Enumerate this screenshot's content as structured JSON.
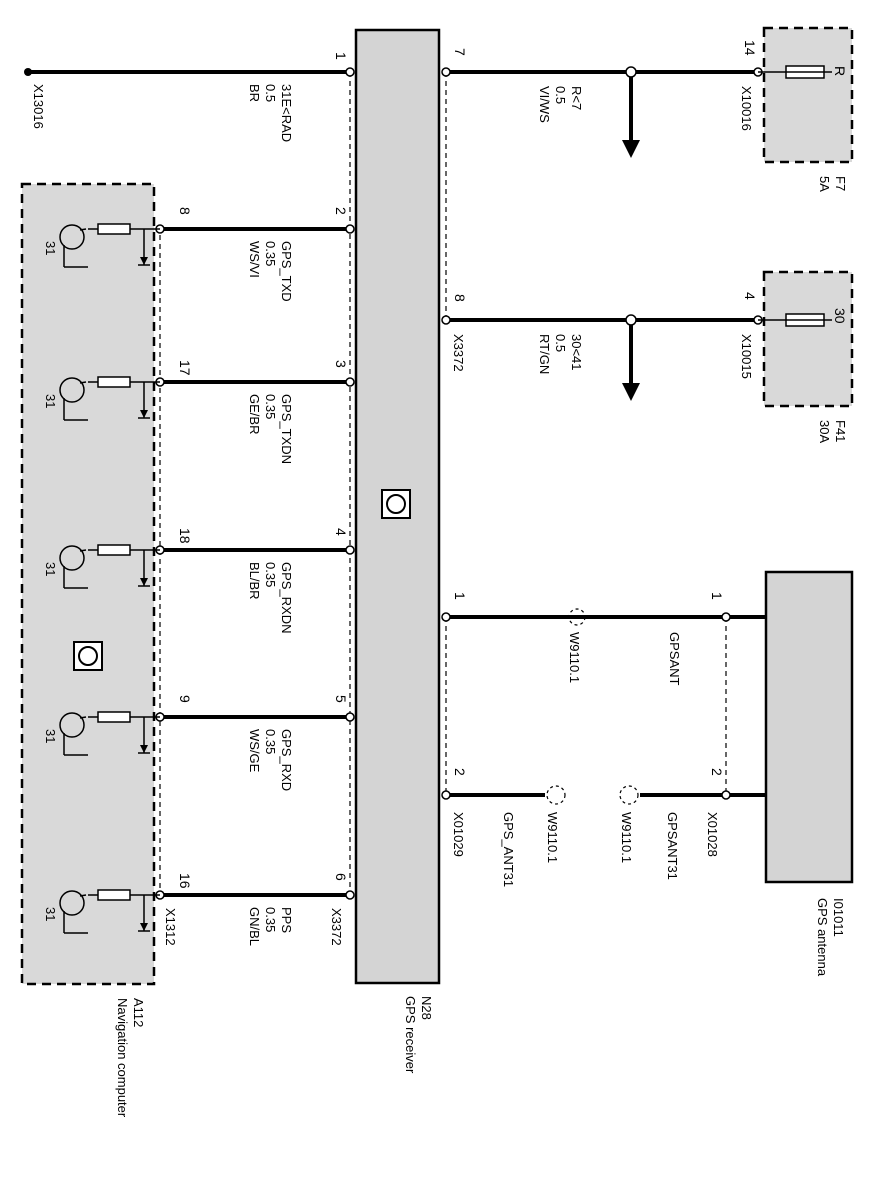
{
  "components": {
    "gps_receiver": {
      "id": "N28",
      "name": "GPS receiver"
    },
    "nav_computer": {
      "id": "A112",
      "name": "Navigation computer"
    },
    "gps_antenna": {
      "id": "I01011",
      "name": "GPS antenna"
    },
    "fuse_f7": {
      "id": "F7",
      "rating": "5A",
      "terminal": "R"
    },
    "fuse_f41": {
      "id": "F41",
      "rating": "30A",
      "terminal": "30"
    }
  },
  "left_wires": [
    {
      "rx_pin": "2",
      "nav_pin": "8",
      "signal": "GPS_TXD",
      "size": "0.35",
      "color": "WS/VI"
    },
    {
      "rx_pin": "3",
      "nav_pin": "17",
      "signal": "GPS_TXDN",
      "size": "0.35",
      "color": "GE/BR"
    },
    {
      "rx_pin": "4",
      "nav_pin": "18",
      "signal": "GPS_RXDN",
      "size": "0.35",
      "color": "BL/BR"
    },
    {
      "rx_pin": "5",
      "nav_pin": "9",
      "signal": "GPS_RXD",
      "size": "0.35",
      "color": "WS/GE"
    },
    {
      "rx_pin": "6",
      "nav_pin": "16",
      "signal": "PPS",
      "size": "0.35",
      "color": "GN/BL"
    }
  ],
  "ground_wire": {
    "pin": "1",
    "signal": "31E<RAD",
    "size": "0.5",
    "color": "BR",
    "ground": "X13016"
  },
  "power_wires": [
    {
      "rx_pin": "7",
      "fuse_pin": "14",
      "signal": "R<7",
      "size": "0.5",
      "color": "VI/WS",
      "connector": "X10016"
    },
    {
      "rx_pin": "8",
      "fuse_pin": "4",
      "signal": "30<41",
      "size": "0.5",
      "color": "RT/GN",
      "connector": "X10015",
      "rx_connector": "X3372"
    }
  ],
  "antenna_wires": [
    {
      "pin_rx": "1",
      "pin_ant": "1",
      "signal": "GPSANT",
      "shield": "W9110.1"
    },
    {
      "pin_rx": "2",
      "pin_ant": "2",
      "signal_rx": "GPS_ANT31",
      "signal_ant": "GPSANT31",
      "shield_rx": "W9110.1",
      "shield_ant": "W9110.1",
      "conn_rx": "X01029",
      "conn_ant": "X01028"
    }
  ],
  "connectors": {
    "rx_left": "X3372",
    "nav": "X1312"
  },
  "transistor_label": "31"
}
